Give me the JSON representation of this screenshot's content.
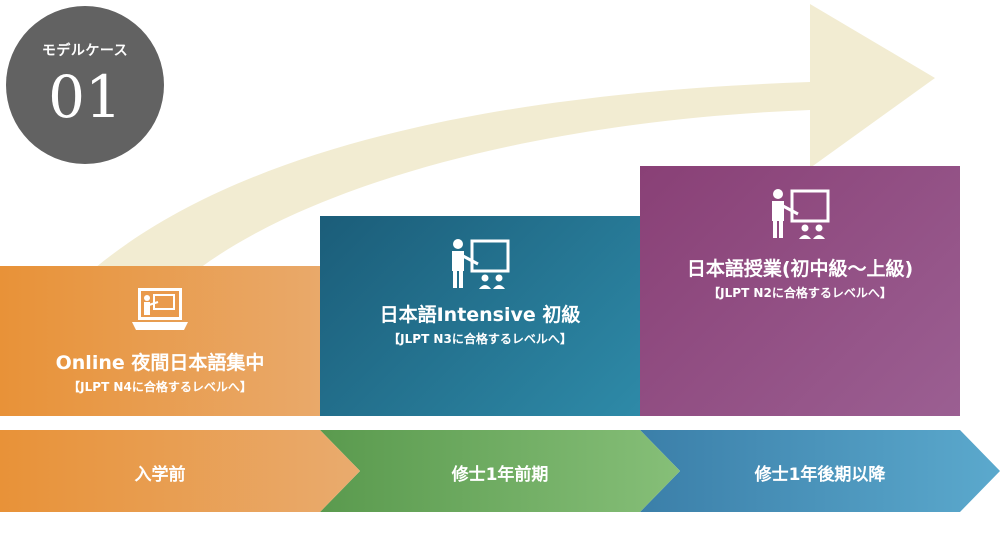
{
  "badge": {
    "label": "モデルケース",
    "number": "01"
  },
  "courses": [
    {
      "title": "Online 夜間日本語集中",
      "subtitle": "【JLPT N4に合格するレベルへ】",
      "icon": "online-lecture-laptop-icon",
      "color": "#e89238"
    },
    {
      "title": "日本語Intensive 初級",
      "subtitle": "【JLPT N3に合格するレベルへ】",
      "icon": "classroom-teacher-icon",
      "color": "#1b5d79"
    },
    {
      "title": "日本語授業(初中級〜上級)",
      "subtitle": "【JLPT N2に合格するレベルへ】",
      "icon": "classroom-teacher-icon",
      "color": "#894076"
    }
  ],
  "timeline": [
    {
      "label": "入学前",
      "color": "#e89238"
    },
    {
      "label": "修士1年前期",
      "color": "#5e9e52"
    },
    {
      "label": "修士1年後期以降",
      "color": "#3d89b4"
    }
  ],
  "colors": {
    "progress_arrow": "#f2ecd2",
    "badge": "#626262"
  }
}
